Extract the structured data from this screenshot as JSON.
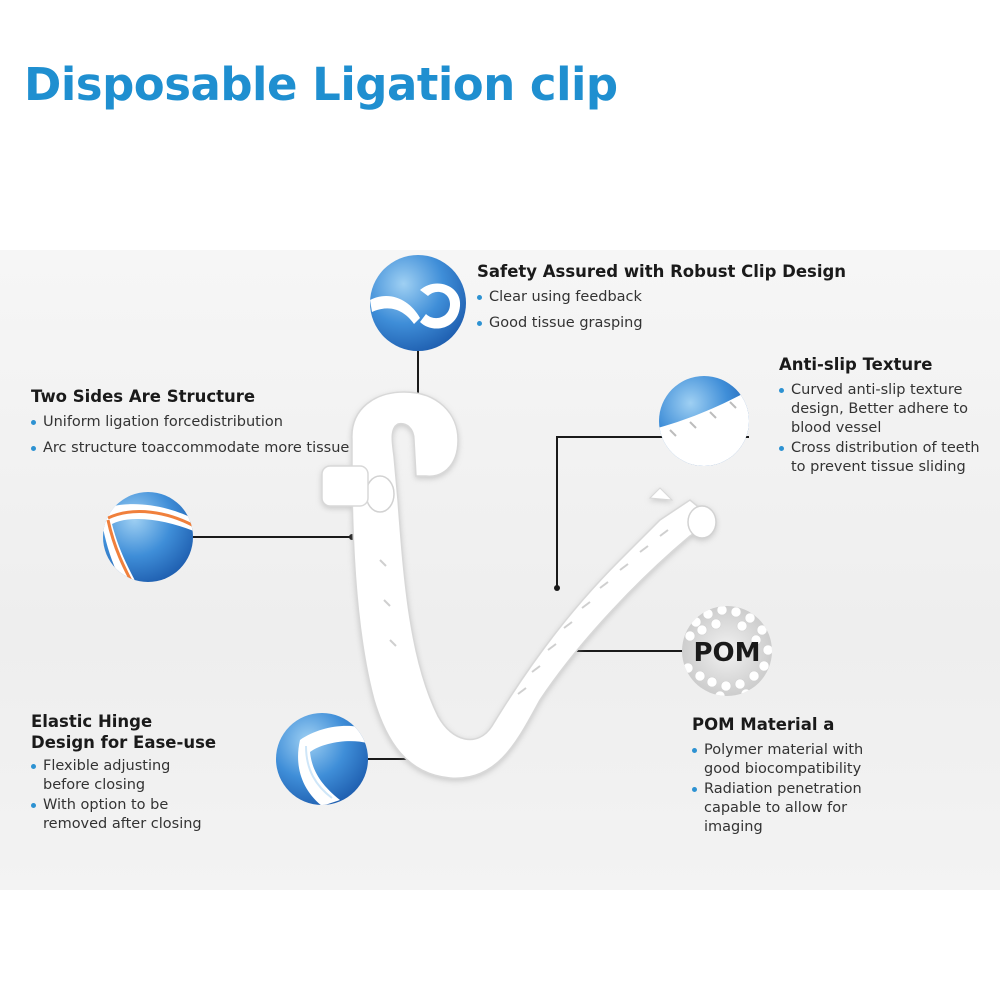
{
  "title": "Disposable Ligation clip",
  "features": {
    "safety": {
      "heading": "Safety Assured with Robust Clip Design",
      "bullets": [
        "Clear using feedback",
        "Good tissue grasping"
      ]
    },
    "two_sides": {
      "heading": "Two Sides Are Structure",
      "bullets": [
        "Uniform ligation forcedistribution",
        "Arc structure toaccommodate more tissue"
      ]
    },
    "anti_slip": {
      "heading": "Anti-slip Texture",
      "bullets": [
        "Curved anti-slip texture design, Better adhere to blood vessel",
        "Cross distribution of teeth to prevent tissue sliding"
      ]
    },
    "elastic_hinge": {
      "heading": "Elastic Hinge Design for Ease-use",
      "bullets": [
        "Flexible adjusting before closing",
        "With option to be removed after closing"
      ]
    },
    "pom": {
      "heading": "POM Material a",
      "bullets": [
        "Polymer material with good biocompatibility",
        "Radiation penetration capable to allow for imaging"
      ]
    }
  },
  "pom_badge": "POM",
  "colors": {
    "title_blue": "#1f8fd0",
    "bullet_blue": "#2d92d2",
    "clip_white": "#ffffff"
  }
}
